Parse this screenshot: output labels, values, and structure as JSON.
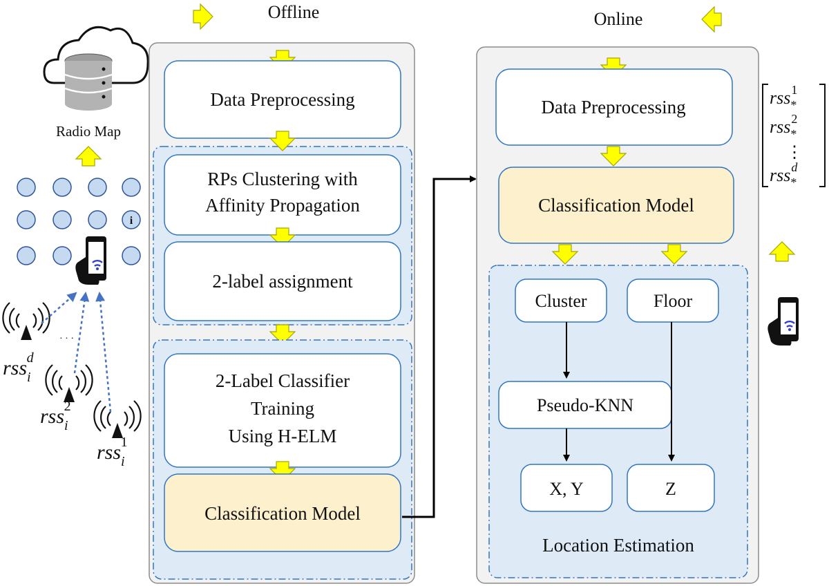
{
  "offline": {
    "title": "Offline",
    "steps": {
      "preprocessing": "Data Preprocessing",
      "clustering_line1": "RPs Clustering with",
      "clustering_line2": "Affinity Propagation",
      "label_assignment": "2-label assignment",
      "training_line1": "2-Label Classifier",
      "training_line2": "Training",
      "training_line3": "Using H-ELM",
      "model": "Classification Model"
    }
  },
  "online": {
    "title": "Online",
    "steps": {
      "preprocessing": "Data Preprocessing",
      "model": "Classification Model",
      "cluster": "Cluster",
      "floor": "Floor",
      "pseudo_knn": "Pseudo-KNN",
      "xy": "X, Y",
      "z": "Z",
      "location_estimation": "Location Estimation"
    }
  },
  "left_panel": {
    "radio_map": "Radio Map",
    "info_glyph": "i",
    "rss_base": "rss",
    "rss_sub": "i",
    "rss_d_sup": "d",
    "rss_2_sup": "2",
    "rss_1_sup": "1",
    "dots": "· · ·"
  },
  "vector": {
    "base": "rss",
    "sub": "*",
    "sup1": "1",
    "sup2": "2",
    "sup_d": "d",
    "vdots": "⋮"
  },
  "colors": {
    "panel_fill": "#f2f2f2",
    "panel_stroke": "#8c8c8c",
    "box_stroke": "#2e75c6",
    "group_fill": "#deebf7",
    "model_fill": "#fdf0cd",
    "arrow_yellow": "#ffff00",
    "arrow_yellow_stroke": "#a6a600",
    "dot_fill": "#c5d9f1",
    "dot_stroke": "#2e5597",
    "signal_dash": "#4472c4"
  }
}
